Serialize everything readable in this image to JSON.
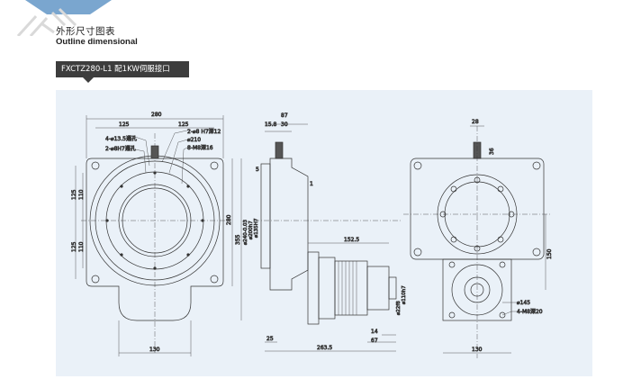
{
  "header": {
    "title_cn": "外形尺寸图表",
    "title_en": "Outline dimensional",
    "model_label": "FXCTZ280-L1 配1KW伺服接口"
  },
  "colors": {
    "tab_blue": "#7aa6cf",
    "panel_bg": "#eaf1f8",
    "label_bg": "#3d3d3d",
    "line": "#333333"
  },
  "front_view": {
    "dim_total_width": "280",
    "dim_half_left": "125",
    "dim_half_right": "125",
    "dim_bottom": "130",
    "dim_height_outer": "355",
    "dim_height_inner": "280",
    "dim_left_125": "125",
    "dim_left_110a": "110",
    "dim_left_110b": "110",
    "dim_left_125b": "125",
    "note_holes_through": "4-⌀13.5通孔",
    "note_pin_through": "2-⌀8H7通孔",
    "note_pin_depth": "2-⌀8 H7深12",
    "note_pcd": "⌀210",
    "note_thread": "8-M8深16"
  },
  "side_view": {
    "dim_87": "87",
    "dim_15_8": "15.8",
    "dim_30": "30",
    "dim_5": "5",
    "dim_1": "1",
    "dim_dia_a": "⌀240-0.03",
    "dim_dia_b": "⌀200h7",
    "dim_dia_c": "⌀135H7",
    "dim_152_5": "152.5",
    "dim_110h7": "⌀110h7",
    "dim_22f8": "⌀22f8",
    "dim_25": "25",
    "dim_263_5": "263.5",
    "dim_14": "14",
    "dim_67": "67"
  },
  "back_view": {
    "dim_28": "28",
    "dim_36": "36",
    "dim_150": "150",
    "dim_130": "130",
    "note_pcd_145": "⌀145",
    "note_m8": "4-M8深20"
  }
}
